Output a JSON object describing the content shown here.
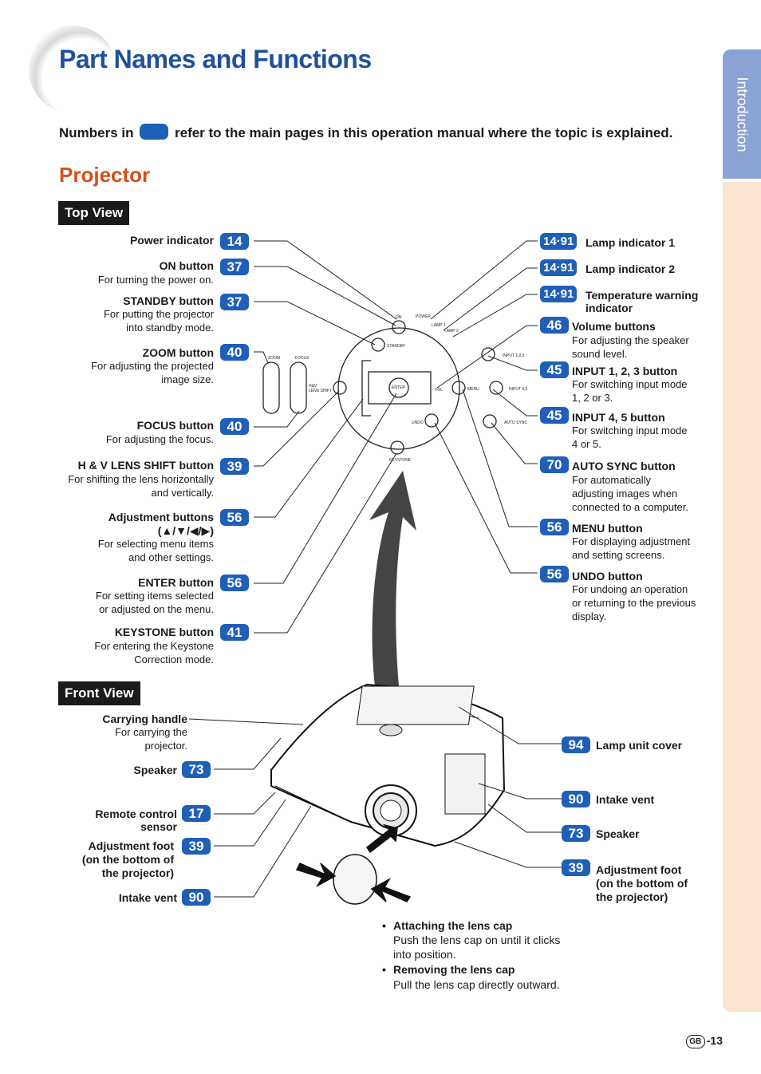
{
  "header": {
    "title": "Part Names and Functions",
    "side_tab": "Introduction"
  },
  "intro": {
    "before": "Numbers in",
    "after": "refer to the main pages in this operation manual where the topic is explained."
  },
  "section": {
    "title": "Projector"
  },
  "top_view": {
    "label": "Top View",
    "left_items": [
      {
        "name": "Power indicator",
        "page": "14",
        "desc": ""
      },
      {
        "name": "ON button",
        "page": "37",
        "desc": "For turning the power on."
      },
      {
        "name": "STANDBY button",
        "page": "37",
        "desc": "For putting the projector\ninto standby mode."
      },
      {
        "name": "ZOOM button",
        "page": "40",
        "desc": "For adjusting the projected\nimage size."
      },
      {
        "name": "FOCUS button",
        "page": "40",
        "desc": "For adjusting the focus."
      },
      {
        "name": "H & V LENS SHIFT button",
        "page": "39",
        "desc": "For shifting the lens horizontally\nand vertically."
      },
      {
        "name": "Adjustment buttons",
        "name2": "(▲/▼/◀/▶)",
        "page": "56",
        "desc": "For selecting menu items\nand other settings."
      },
      {
        "name": "ENTER button",
        "page": "56",
        "desc": "For setting items selected\nor adjusted on the menu."
      },
      {
        "name": "KEYSTONE button",
        "page": "41",
        "desc": "For entering the Keystone\nCorrection mode."
      }
    ],
    "right_items": [
      {
        "name": "Lamp indicator 1",
        "page": "14·91",
        "desc": ""
      },
      {
        "name": "Lamp indicator 2",
        "page": "14·91",
        "desc": ""
      },
      {
        "name": "Temperature warning\nindicator",
        "page": "14·91",
        "desc": ""
      },
      {
        "name": "Volume buttons",
        "page": "46",
        "desc": "For adjusting the speaker\nsound level."
      },
      {
        "name": "INPUT 1, 2, 3 button",
        "page": "45",
        "desc": "For switching input mode\n1, 2 or 3."
      },
      {
        "name": "INPUT 4, 5 button",
        "page": "45",
        "desc": "For switching input mode\n4 or 5."
      },
      {
        "name": "AUTO SYNC button",
        "page": "70",
        "desc": "For automatically\nadjusting images when\nconnected to a computer."
      },
      {
        "name": "MENU button",
        "page": "56",
        "desc": "For displaying adjustment\nand setting screens."
      },
      {
        "name": "UNDO button",
        "page": "56",
        "desc": "For undoing an operation\nor returning to the previous\ndisplay."
      }
    ],
    "panel_text": {
      "on": "ON",
      "standby": "STANDBY",
      "zoom": "ZOOM",
      "focus": "FOCUS",
      "lens_shift": "H&V\nLENS SHIFT",
      "enter": "ENTER",
      "vol": "VOL",
      "menu": "MENU",
      "undo": "UNDO",
      "keystone": "KEYSTONE",
      "input123": "INPUT 1,2,3",
      "input45": "INPUT 4,5",
      "autosync": "AUTO SYNC",
      "power": "POWER",
      "lamp1": "LAMP 1",
      "lamp2": "LAMP 2"
    }
  },
  "front_view": {
    "label": "Front View",
    "left_items": [
      {
        "name": "Carrying handle",
        "page": "",
        "desc": "For carrying the\nprojector."
      },
      {
        "name": "Speaker",
        "page": "73",
        "desc": ""
      },
      {
        "name": "Remote control\nsensor",
        "page": "17",
        "desc": ""
      },
      {
        "name": "Adjustment foot\n(on the bottom of\nthe projector)",
        "page": "39",
        "desc": ""
      },
      {
        "name": "Intake vent",
        "page": "90",
        "desc": ""
      }
    ],
    "right_items": [
      {
        "name": "Lamp unit cover",
        "page": "94"
      },
      {
        "name": "Intake vent",
        "page": "90"
      },
      {
        "name": "Speaker",
        "page": "73"
      },
      {
        "name": "Adjustment foot\n(on the bottom of\nthe projector)",
        "page": "39"
      }
    ]
  },
  "lens_cap": [
    {
      "title": "Attaching the lens cap",
      "text": "Push the lens cap on until it clicks\ninto position."
    },
    {
      "title": "Removing the lens cap",
      "text": "Pull the lens cap directly outward."
    }
  ],
  "footer": {
    "region": "GB",
    "page": "-13"
  },
  "colors": {
    "badge": "#1f5fb8",
    "title": "#1f4f9c",
    "section": "#d4501c",
    "tab": "#8aa3d4",
    "strip": "#fae5d3"
  }
}
